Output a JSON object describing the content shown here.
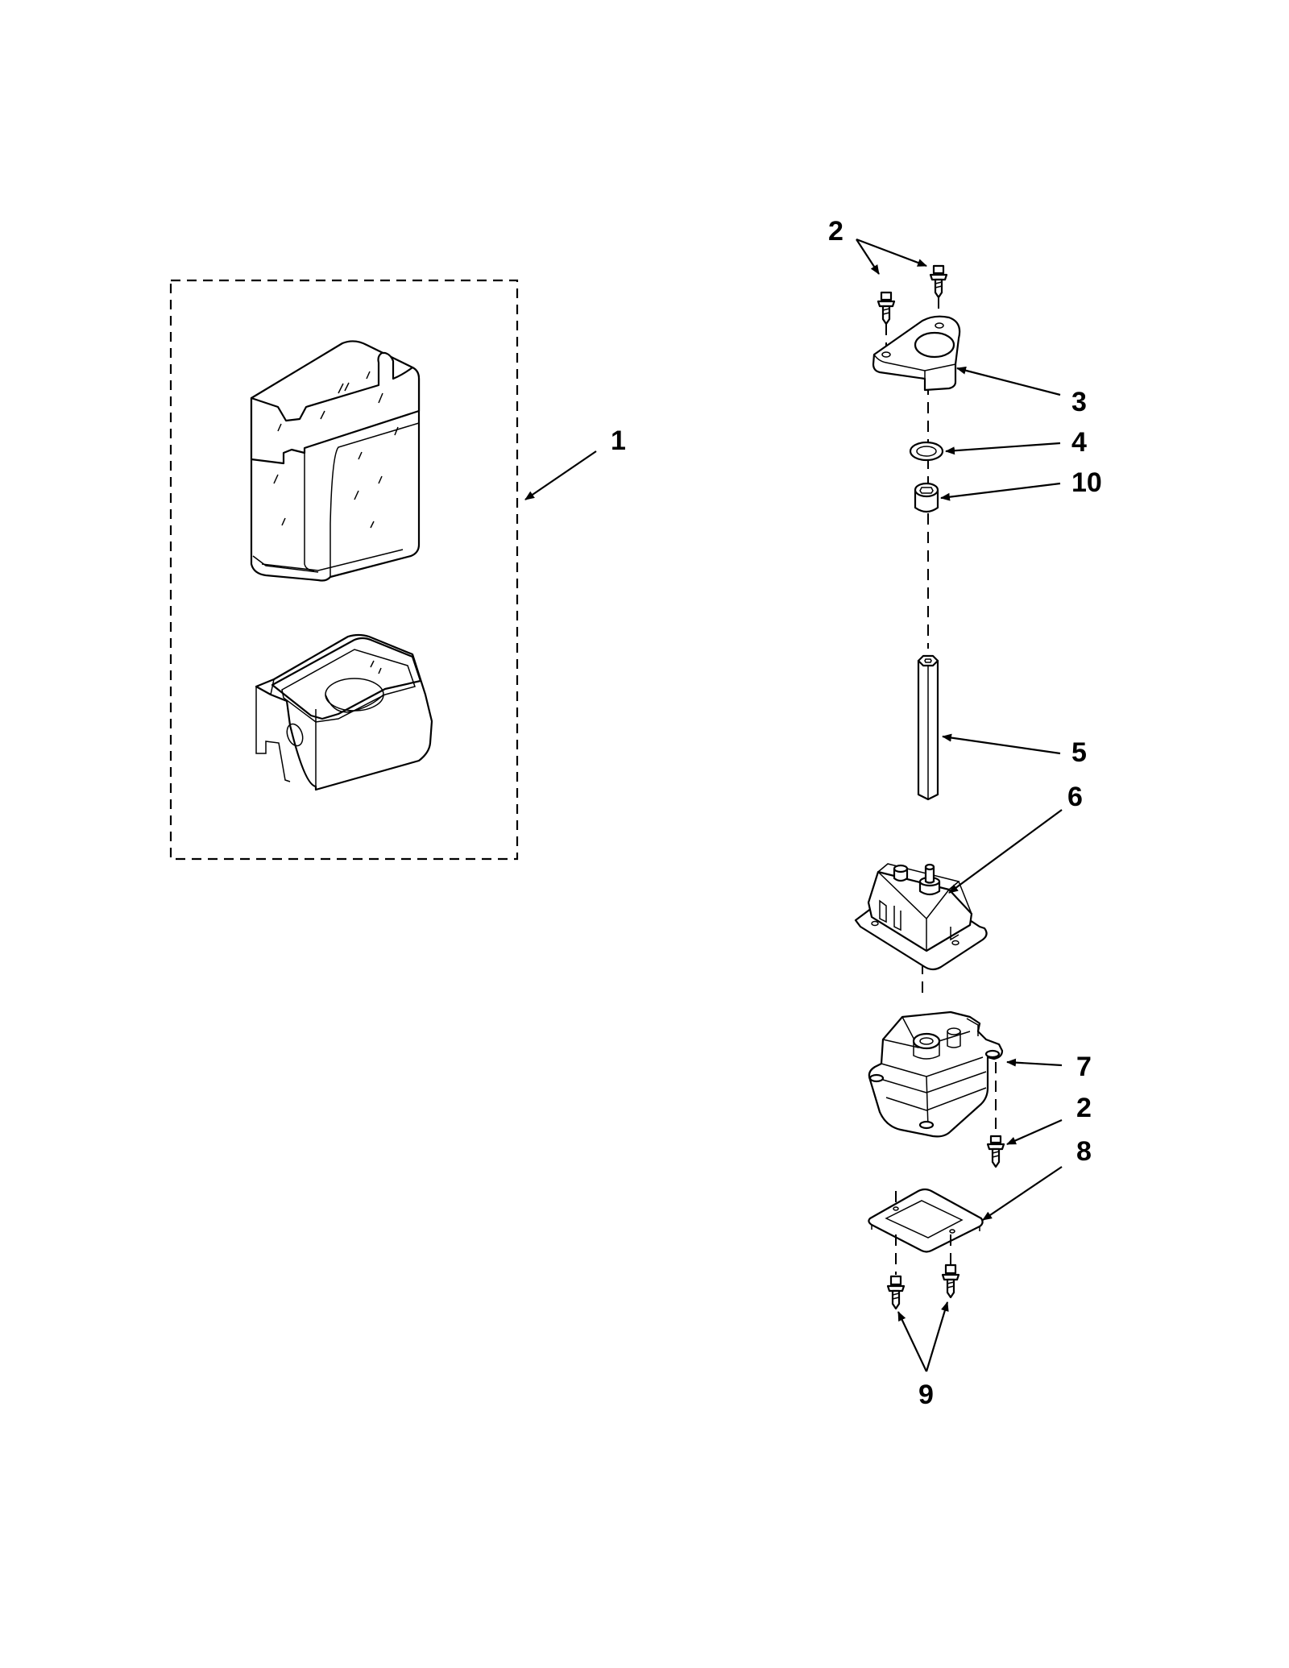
{
  "callouts": {
    "c1": "1",
    "c2_top": "2",
    "c3": "3",
    "c4": "4",
    "c10": "10",
    "c5": "5",
    "c6": "6",
    "c7": "7",
    "c2_bottom": "2",
    "c8": "8",
    "c9": "9"
  },
  "colors": {
    "line": "#000000",
    "background": "#ffffff"
  }
}
